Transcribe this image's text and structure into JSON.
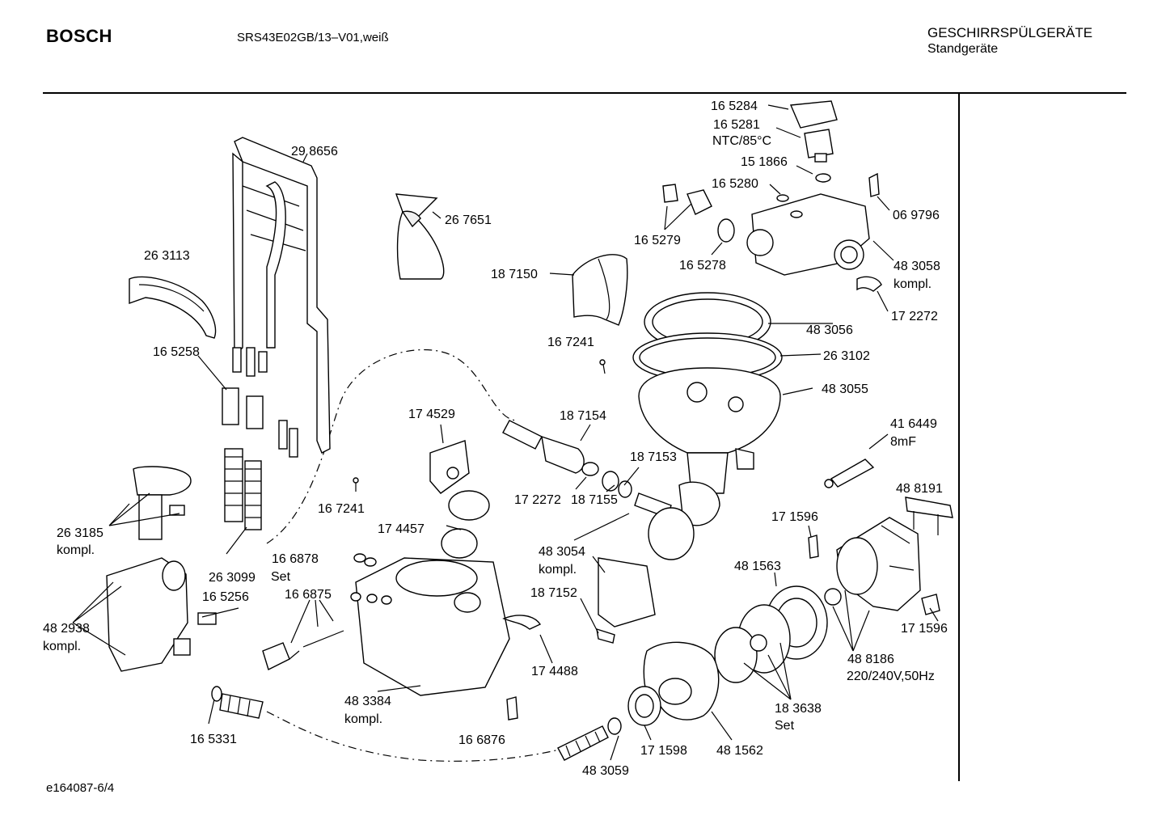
{
  "header": {
    "brand": "BOSCH",
    "model": "SRS43E02GB/13–V01,weiß",
    "category": "GESCHIRRSPÜLGERÄTE",
    "subcategory": "Standgeräte"
  },
  "footer": {
    "drawing_id": "e164087-6/4"
  },
  "part_labels": {
    "p165284": "16 5284",
    "p165281": "16 5281",
    "ntc": "NTC/85°C",
    "p151866": "15 1866",
    "p165280": "16 5280",
    "p069796": "06 9796",
    "p165279": "16 5279",
    "p165278": "16 5278",
    "p483058": "48 3058",
    "p483058_note": "kompl.",
    "p172272a": "17 2272",
    "p298656": "29 8656",
    "p267651": "26 7651",
    "p263113": "26 3113",
    "p187150": "18 7150",
    "p483056": "48 3056",
    "p263102": "26 3102",
    "p165258": "16 5258",
    "p167241a": "16 7241",
    "p483055": "48 3055",
    "p174529": "17 4529",
    "p187154": "18 7154",
    "p416449": "41 6449",
    "p416449_note": "8mF",
    "p187153": "18 7153",
    "p172272b": "17 2272",
    "p187155": "18 7155",
    "p488191": "48 8191",
    "p167241b": "16 7241",
    "p171596a": "17 1596",
    "p263185": "26 3185",
    "p263185_note": "kompl.",
    "p174457": "17 4457",
    "p483054": "48 3054",
    "p483054_note": "kompl.",
    "p166878": "16 6878",
    "p166878_note": "Set",
    "p263099": "26 3099",
    "p481563": "48 1563",
    "p165256": "16 5256",
    "p166875": "16 6875",
    "p187152": "18 7152",
    "p171596b": "17 1596",
    "p482938": "48 2938",
    "p482938_note": "kompl.",
    "p174488": "17 4488",
    "p488186": "48 8186",
    "p488186_note": "220/240V,50Hz",
    "p483384": "48 3384",
    "p483384_note": "kompl.",
    "p183638": "18 3638",
    "p183638_note": "Set",
    "p165331": "16 5331",
    "p166876": "16 6876",
    "p171598": "17 1598",
    "p481562": "48 1562",
    "p483059": "48 3059"
  }
}
